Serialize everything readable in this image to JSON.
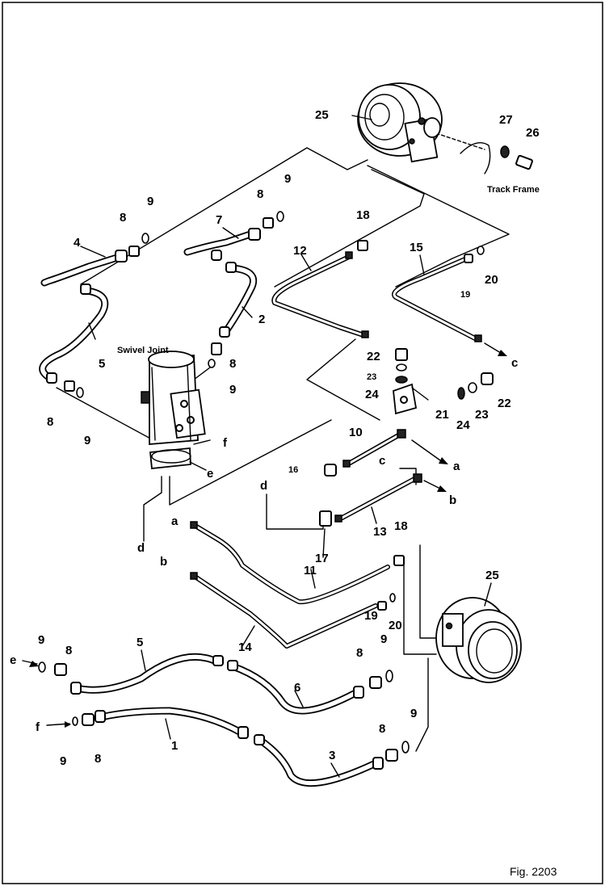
{
  "figure": {
    "caption": "Fig. 2203",
    "labels": {
      "swivel_joint": "Swivel Joint",
      "track_frame": "Track Frame"
    },
    "part_numbers": {
      "p1": "1",
      "p2": "2",
      "p3": "3",
      "p4": "4",
      "p5": "5",
      "p6": "6",
      "p7": "7",
      "p8": "8",
      "p9": "9",
      "p10": "10",
      "p11": "11",
      "p12": "12",
      "p13": "13",
      "p14": "14",
      "p15": "15",
      "p16": "16",
      "p17": "17",
      "p18": "18",
      "p19": "19",
      "p20": "20",
      "p21": "21",
      "p22": "22",
      "p23": "23",
      "p24": "24",
      "p25": "25",
      "p26": "26",
      "p27": "27"
    },
    "port_letters": {
      "a": "a",
      "b": "b",
      "c": "c",
      "d": "d",
      "e": "e",
      "f": "f"
    }
  }
}
